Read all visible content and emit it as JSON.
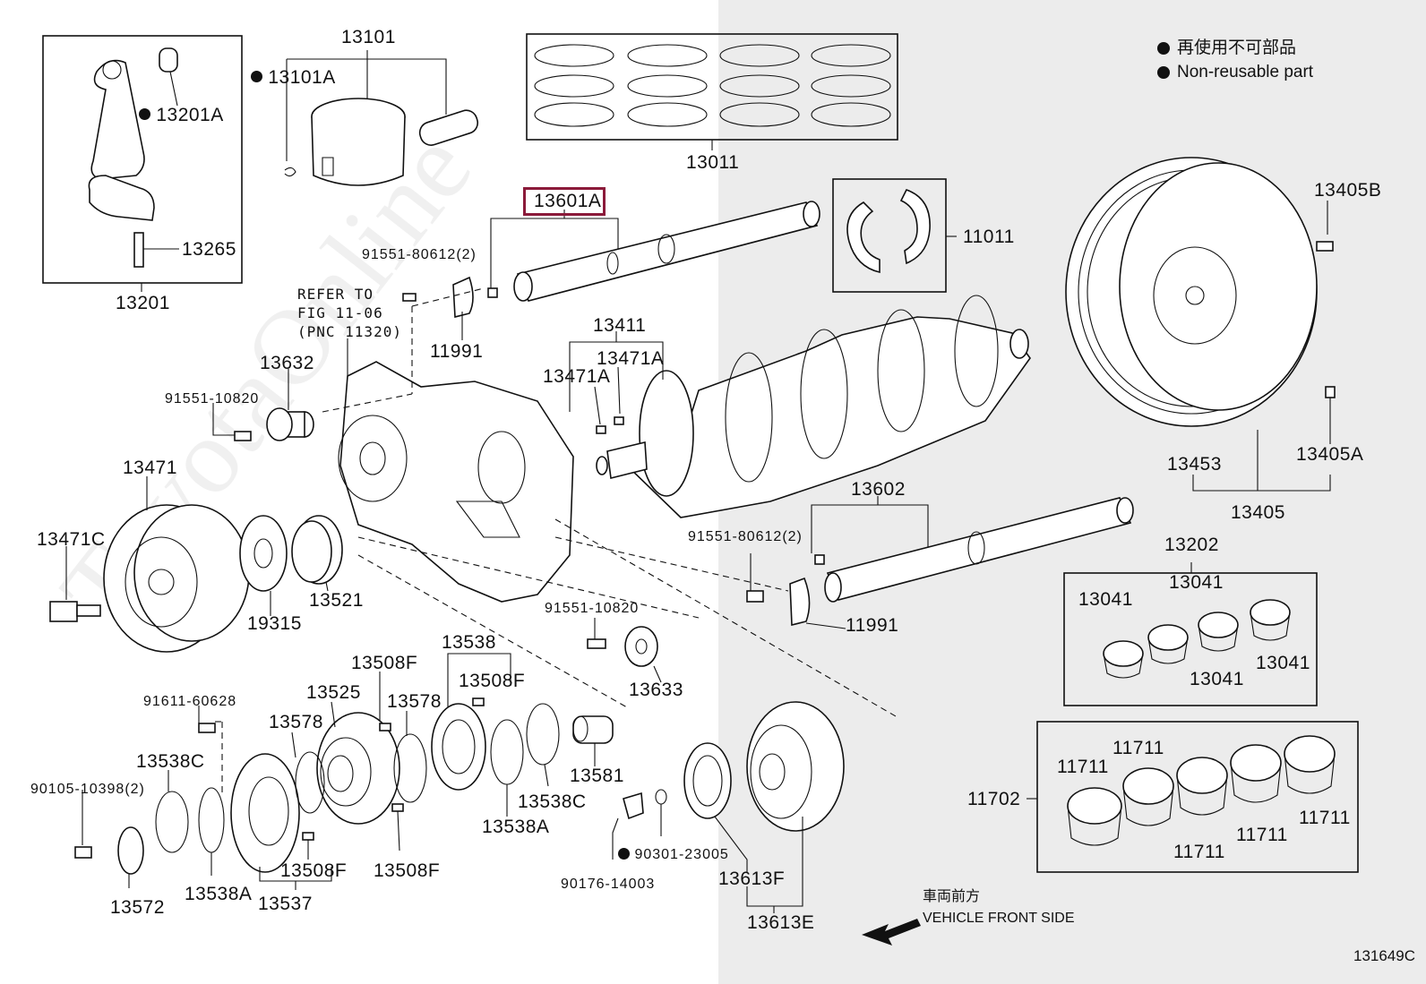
{
  "watermark": "ToyotaOnline",
  "legend": {
    "jp": "再使用不可部品",
    "en": "Non-reusable part"
  },
  "note": {
    "line1": "REFER TO",
    "line2": "FIG 11-06",
    "line3": "(PNC 11320)"
  },
  "front": {
    "jp": "車両前方",
    "en": "VEHICLE FRONT SIDE"
  },
  "figure_code": "131649C",
  "highlighted_part": "13601A",
  "labels": {
    "p13101": "13101",
    "p13101a": "13101A",
    "p13201a": "13201A",
    "p13265": "13265",
    "p13201": "13201",
    "p13011": "13011",
    "p13601a": "13601A",
    "p11011": "11011",
    "p13405b": "13405B",
    "p91551_80612_a": "91551-80612(2)",
    "p11991_a": "11991",
    "p13632": "13632",
    "p91551_10820_a": "91551-10820",
    "p13411": "13411",
    "p13471a_1": "13471A",
    "p13471a_2": "13471A",
    "p13471": "13471",
    "p13471c": "13471C",
    "p19315": "19315",
    "p13521": "13521",
    "p13602": "13602",
    "p91551_80612_b": "91551-80612(2)",
    "p11991_b": "11991",
    "p13453": "13453",
    "p13405a": "13405A",
    "p13405": "13405",
    "p13202": "13202",
    "p13041_1": "13041",
    "p13041_2": "13041",
    "p13041_3": "13041",
    "p13041_4": "13041",
    "p91551_10820_b": "91551-10820",
    "p13633": "13633",
    "p13538": "13538",
    "p13508f_1": "13508F",
    "p13508f_2": "13508F",
    "p13508f_3": "13508F",
    "p13508f_4": "13508F",
    "p13525": "13525",
    "p13578_1": "13578",
    "p13578_2": "13578",
    "p91611_60628": "91611-60628",
    "p13538c_1": "13538C",
    "p13538c_2": "13538C",
    "p90105_10398": "90105-10398(2)",
    "p13572": "13572",
    "p13538a_1": "13538A",
    "p13538a_2": "13538A",
    "p13537": "13537",
    "p13581": "13581",
    "p90301_23005": "90301-23005",
    "p90176_14003": "90176-14003",
    "p13613f": "13613F",
    "p13613e": "13613E",
    "p11702": "11702",
    "p11711_1": "11711",
    "p11711_2": "11711",
    "p11711_3": "11711",
    "p11711_4": "11711",
    "p11711_5": "11711"
  }
}
